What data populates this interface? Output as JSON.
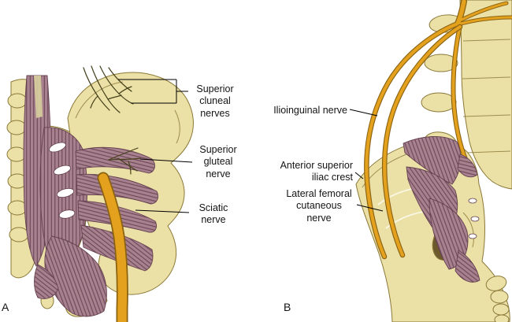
{
  "figure": {
    "type": "anatomical-diagram",
    "panels": [
      {
        "letter": "A",
        "labels": [
          {
            "id": "superior-cluneal-nerves",
            "text": "Superior\ncluneal\nnerves"
          },
          {
            "id": "superior-gluteal-nerve",
            "text": "Superior\ngluteal\nnerve"
          },
          {
            "id": "sciatic-nerve",
            "text": "Sciatic\nnerve"
          }
        ]
      },
      {
        "letter": "B",
        "labels": [
          {
            "id": "ilioinguinal-nerve",
            "text": "Ilioinguinal nerve"
          },
          {
            "id": "anterior-superior-iliac-crest",
            "text": "Anterior superior\niliac crest"
          },
          {
            "id": "lateral-femoral-cutaneous-nerve",
            "text": "Lateral femoral\ncutaneous\nnerve"
          }
        ]
      }
    ],
    "colors": {
      "background": "#ffffff",
      "bone": "#ebe1a6",
      "bone_outline": "#8a7838",
      "bone_shadow": "#6d5a2c",
      "tendon": "#d8cf9f",
      "muscle": "#a8818f",
      "muscle_stripe": "#64404f",
      "nerve": "#e3a11d",
      "nerve_outline": "#8a6212",
      "small_nerve": "#45401b",
      "label_text": "#141414",
      "leader_line": "#000000"
    }
  }
}
